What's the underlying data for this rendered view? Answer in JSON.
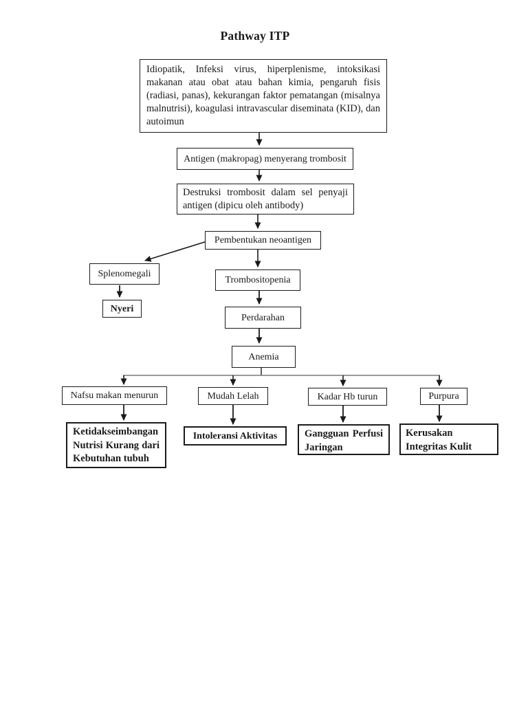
{
  "title": "Pathway ITP",
  "diagram": {
    "type": "flowchart",
    "nodes": {
      "etiology": "Idiopatik, Infeksi virus, hiperplenisme, intoksikasi makanan atau obat atau bahan kimia, pengaruh fisis (radiasi, panas), kekurangan faktor pematangan (misalnya malnutrisi), koagulasi intravascular diseminata (KID), dan autoimun",
      "antigen": "Antigen (makropag) menyerang trombosit",
      "destruksi": "Destruksi trombosit dalam sel penyaji antigen (dipicu oleh antibody)",
      "neoantigen": "Pembentukan neoantigen",
      "splenomegali": "Splenomegali",
      "nyeri": "Nyeri",
      "trombositopenia": "Trombositopenia",
      "perdarahan": "Perdarahan",
      "anemia": "Anemia",
      "nafsu_makan": "Nafsu makan menurun",
      "mudah_lelah": "Mudah Lelah",
      "kadar_hb": "Kadar Hb turun",
      "purpura": "Purpura",
      "ketidakseimbangan": "Ketidakseimbangan Nutrisi Kurang dari Kebutuhan tubuh",
      "intoleransi": "Intoleransi Aktivitas",
      "gangguan_perfusi": "Gangguan Perfusi Jaringan",
      "kerusakan_integritas": "Kerusakan Integritas Kulit"
    },
    "edges": [
      {
        "from": "etiology",
        "to": "antigen"
      },
      {
        "from": "antigen",
        "to": "destruksi"
      },
      {
        "from": "destruksi",
        "to": "neoantigen"
      },
      {
        "from": "neoantigen",
        "to": "splenomegali"
      },
      {
        "from": "neoantigen",
        "to": "trombositopenia"
      },
      {
        "from": "splenomegali",
        "to": "nyeri"
      },
      {
        "from": "trombositopenia",
        "to": "perdarahan"
      },
      {
        "from": "perdarahan",
        "to": "anemia"
      },
      {
        "from": "anemia",
        "to": "nafsu_makan"
      },
      {
        "from": "anemia",
        "to": "mudah_lelah"
      },
      {
        "from": "anemia",
        "to": "kadar_hb"
      },
      {
        "from": "anemia",
        "to": "purpura"
      },
      {
        "from": "nafsu_makan",
        "to": "ketidakseimbangan"
      },
      {
        "from": "mudah_lelah",
        "to": "intoleransi"
      },
      {
        "from": "kadar_hb",
        "to": "gangguan_perfusi"
      },
      {
        "from": "purpura",
        "to": "kerusakan_integritas"
      }
    ]
  },
  "colors": {
    "background": "#ffffff",
    "text": "#1a1a1a",
    "line": "#1a1a1a",
    "branch_line": "#7a7a7a"
  }
}
